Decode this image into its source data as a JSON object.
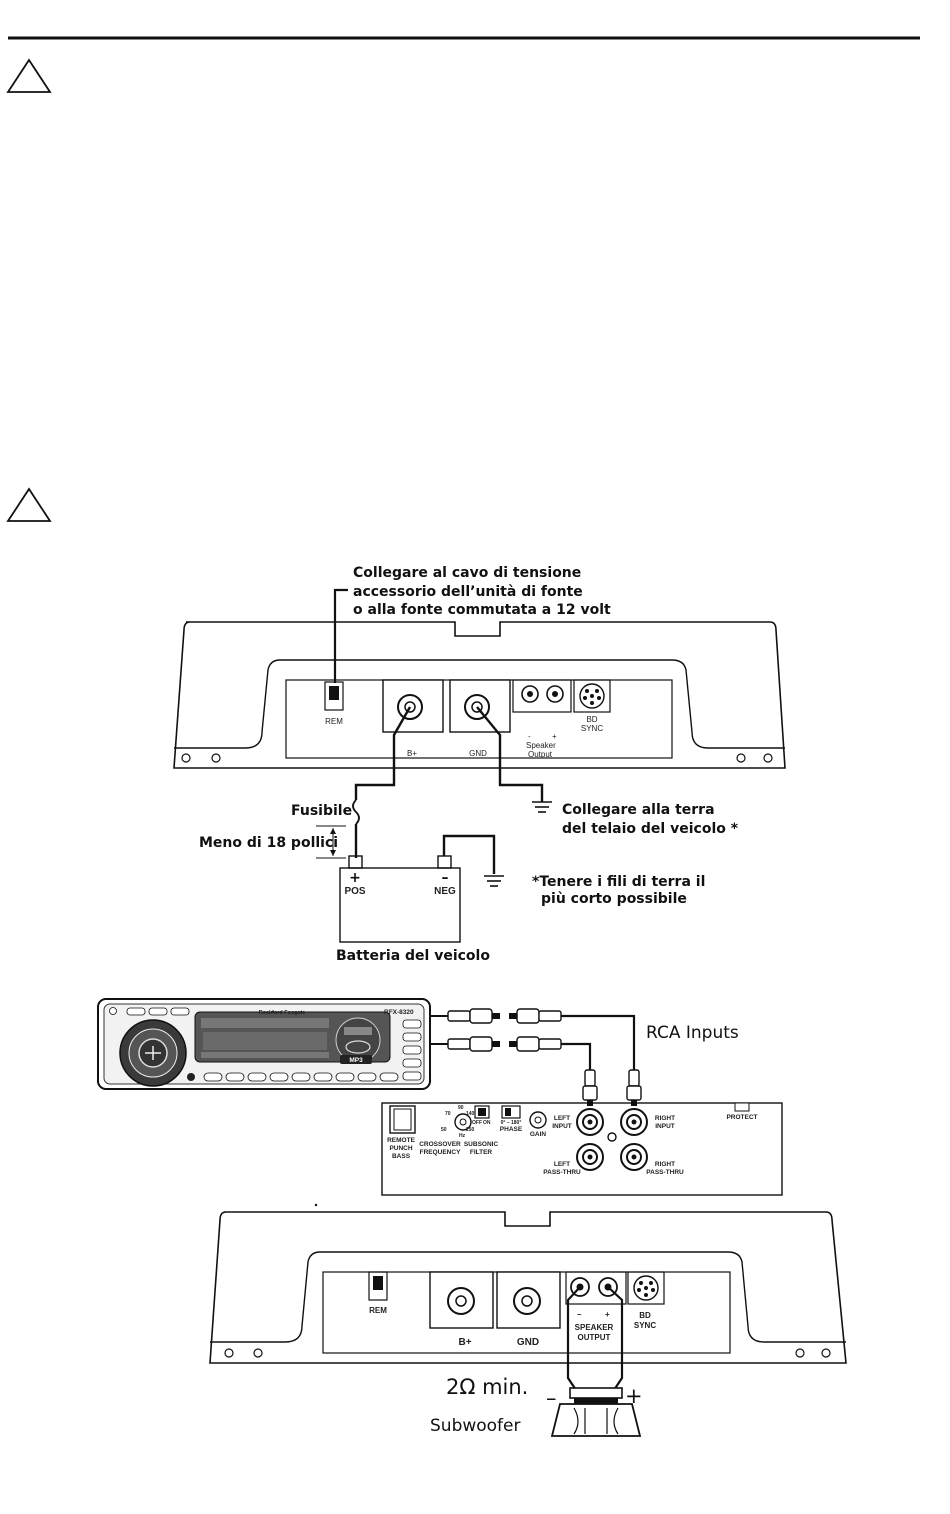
{
  "labels": {
    "remote_note": [
      "Collegare al cavo di tensione",
      "accessorio dell’unità di fonte",
      "o alla fonte commutata a 12 volt"
    ],
    "fuse": "Fusibile",
    "distance": "Meno di 18 pollici",
    "chassis_ground": [
      "Collegare alla terra",
      "del telaio del veicolo *"
    ],
    "battery": "Batteria del veicolo",
    "ground_note": [
      "*Tenere i fili di terra il",
      "più corto possibile"
    ],
    "pos_sign": "+",
    "pos": "POS",
    "neg_sign": "–",
    "neg": "NEG",
    "rca_inputs": "RCA Inputs",
    "impedance": "2Ω  min.",
    "subwoofer": "Subwoofer",
    "sub_minus": "–",
    "sub_plus": "+"
  },
  "amp_top": {
    "rem": "REM",
    "bplus": "B+",
    "gnd": "GND",
    "spk_minus": "-",
    "spk_plus": "+",
    "speaker": "Speaker",
    "output": "Output",
    "bd": "BD",
    "sync": "SYNC"
  },
  "head_unit": {
    "model": "RFX-8320",
    "brand": "Rockford Fosgate",
    "mp3": "MP3"
  },
  "amp_side": {
    "remote": [
      "REMOTE",
      "PUNCH",
      "BASS"
    ],
    "crossover": [
      "CROSSOVER",
      "FREQUENCY"
    ],
    "xo_vals": [
      "70",
      "90",
      "140",
      "50",
      "250",
      "Hz"
    ],
    "subsonic": [
      "SUBSONIC",
      "FILTER"
    ],
    "off_on": [
      "OFF",
      "ON"
    ],
    "phase_vals": "0°  –  180°",
    "phase": "PHASE",
    "gain": "GAIN",
    "left_input": [
      "LEFT",
      "INPUT"
    ],
    "right_input": [
      "RIGHT",
      "INPUT"
    ],
    "left_pass": [
      "LEFT",
      "PASS-THRU"
    ],
    "right_pass": [
      "RIGHT",
      "PASS-THRU"
    ],
    "protect": "PROTECT"
  },
  "amp_bottom": {
    "rem": "REM",
    "bplus": "B+",
    "gnd": "GND",
    "spk_minus": "–",
    "spk_plus": "+",
    "speaker": "SPEAKER",
    "output": "OUTPUT",
    "bd": "BD",
    "sync": "SYNC"
  }
}
